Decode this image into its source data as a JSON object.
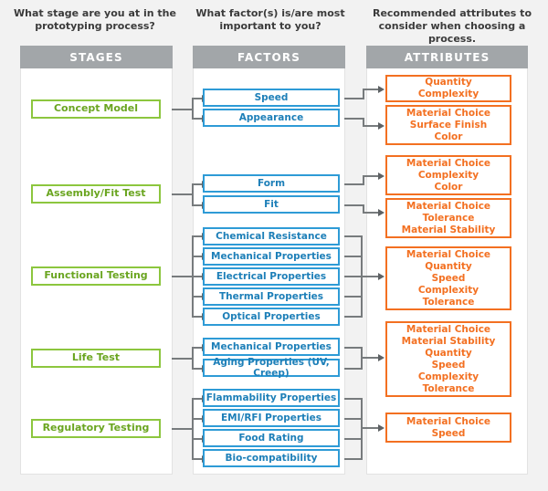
{
  "questions": [
    {
      "id": "q-stages",
      "text": "What stage are you at in the\nprototyping process?"
    },
    {
      "id": "q-factors",
      "text": "What factor(s) is/are most\nimportant to you?"
    },
    {
      "id": "q-attributes",
      "text": "Recommended attributes to\nconsider when choosing a process."
    }
  ],
  "columns": {
    "stages": {
      "header": "STAGES"
    },
    "factors": {
      "header": "FACTORS"
    },
    "attributes": {
      "header": "ATTRIBUTES"
    }
  },
  "colors": {
    "background": "#f2f2f2",
    "panel": "#ffffff",
    "header_bar": "#a2a6a9",
    "header_text": "#ffffff",
    "stage_border": "#8cc63e",
    "stage_text": "#6aa520",
    "factor_border": "#2e9bd6",
    "factor_text": "#1d7fb8",
    "attribute_border": "#f37021",
    "attribute_text": "#f37021",
    "connector": "#777b7d"
  },
  "stages": [
    {
      "id": "stage-concept-model",
      "label": "Concept Model"
    },
    {
      "id": "stage-assembly-fit-test",
      "label": "Assembly/Fit Test"
    },
    {
      "id": "stage-functional-testing",
      "label": "Functional Testing"
    },
    {
      "id": "stage-life-test",
      "label": "Life Test"
    },
    {
      "id": "stage-regulatory-testing",
      "label": "Regulatory Testing"
    }
  ],
  "factors": [
    {
      "id": "factor-speed",
      "label": "Speed"
    },
    {
      "id": "factor-appearance",
      "label": "Appearance"
    },
    {
      "id": "factor-form",
      "label": "Form"
    },
    {
      "id": "factor-fit",
      "label": "Fit"
    },
    {
      "id": "factor-chemical-resistance",
      "label": "Chemical Resistance"
    },
    {
      "id": "factor-mechanical-properties-1",
      "label": "Mechanical Properties"
    },
    {
      "id": "factor-electrical-properties",
      "label": "Electrical Properties"
    },
    {
      "id": "factor-thermal-properties",
      "label": "Thermal Properties"
    },
    {
      "id": "factor-optical-properties",
      "label": "Optical Properties"
    },
    {
      "id": "factor-mechanical-properties-2",
      "label": "Mechanical Properties"
    },
    {
      "id": "factor-aging-properties",
      "label": "Aging Properties (UV, Creep)"
    },
    {
      "id": "factor-flammability-properties",
      "label": "Flammability Properties"
    },
    {
      "id": "factor-emi-rfi-properties",
      "label": "EMI/RFI Properties"
    },
    {
      "id": "factor-food-rating",
      "label": "Food Rating"
    },
    {
      "id": "factor-bio-compatibility",
      "label": "Bio-compatibility"
    }
  ],
  "attributes": [
    {
      "id": "attr-1",
      "items": [
        "Quantity",
        "Complexity"
      ]
    },
    {
      "id": "attr-2",
      "items": [
        "Material Choice",
        "Surface Finish",
        "Color"
      ]
    },
    {
      "id": "attr-3",
      "items": [
        "Material Choice",
        "Complexity",
        "Color"
      ]
    },
    {
      "id": "attr-4",
      "items": [
        "Material Choice",
        "Tolerance",
        "Material Stability"
      ]
    },
    {
      "id": "attr-5",
      "items": [
        "Material Choice",
        "Quantity",
        "Speed",
        "Complexity",
        "Tolerance"
      ]
    },
    {
      "id": "attr-6",
      "items": [
        "Material Choice",
        "Material Stability",
        "Quantity",
        "Speed",
        "Complexity",
        "Tolerance"
      ]
    },
    {
      "id": "attr-7",
      "items": [
        "Material Choice",
        "Speed"
      ]
    }
  ]
}
